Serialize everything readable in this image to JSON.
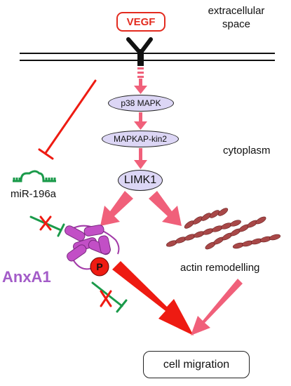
{
  "ligand": "VEGF",
  "regions": {
    "extracellular": [
      "extracellular",
      "space"
    ],
    "cytoplasm": "cytoplasm"
  },
  "nodes": {
    "p38": "p38 MAPK",
    "mapkap": "MAPKAP-kin2",
    "limk1": "LIMK1"
  },
  "mirna": "miR-196a",
  "protein": "AnxA1",
  "phospho": "P",
  "actin": "actin remodelling",
  "outcome": "cell migration",
  "colors": {
    "vegf": "#e32b1f",
    "pink_arrow": "#f0607a",
    "red_arrow": "#ee1b12",
    "anxa1": "#c24fc6",
    "mirna": "#1a9a4a",
    "actin": "#a84848",
    "node_fill": "#dcd6f5"
  }
}
